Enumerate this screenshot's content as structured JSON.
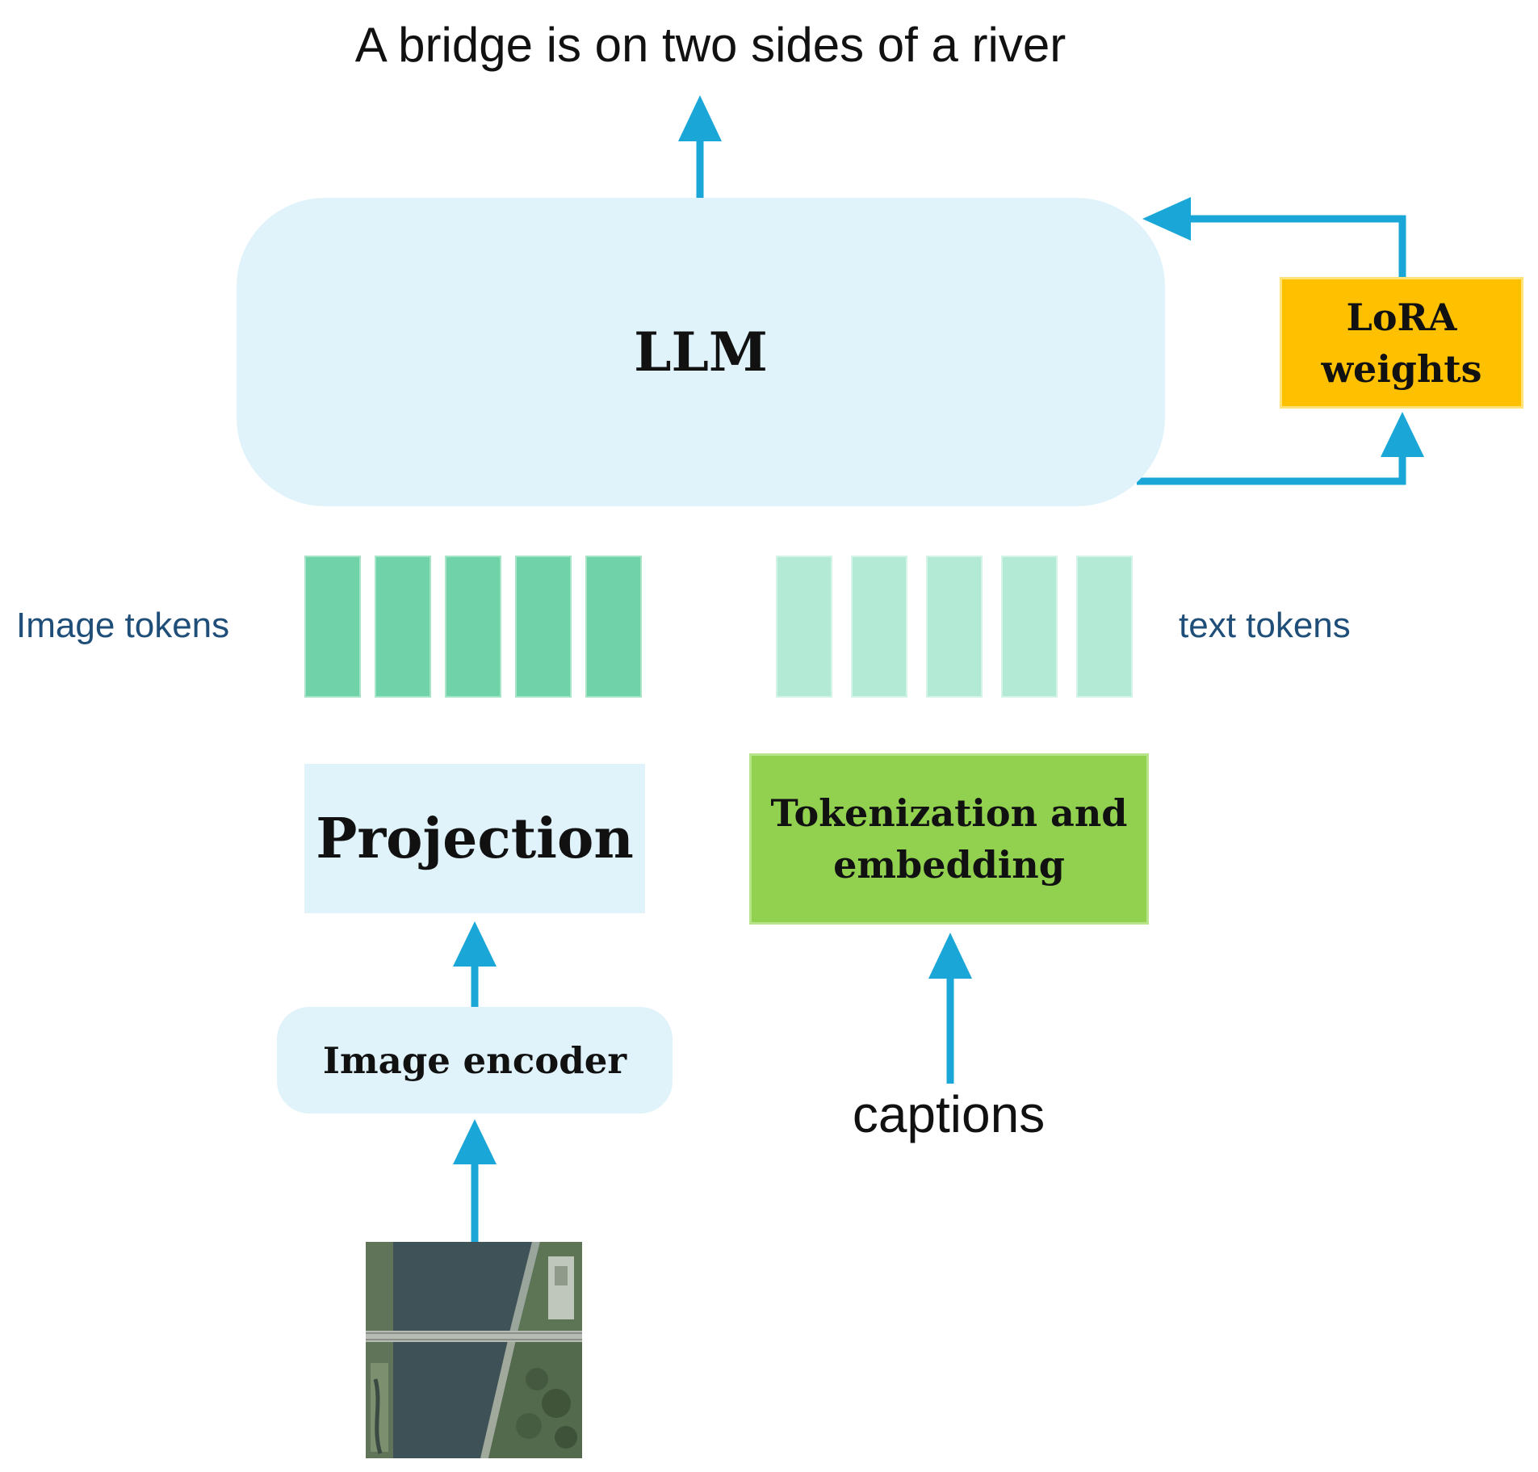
{
  "output_caption": "A bridge is on two sides of a river",
  "llm": {
    "label": "LLM"
  },
  "lora": {
    "label_line1": "LoRA",
    "label_line2": "weights"
  },
  "image_tokens": {
    "label": "Image tokens",
    "count": 5
  },
  "text_tokens": {
    "label": "text tokens",
    "count": 5
  },
  "projection": {
    "label": "Projection"
  },
  "tokenization": {
    "label_line1": "Tokenization and",
    "label_line2": "embedding"
  },
  "image_encoder": {
    "label": "Image encoder"
  },
  "captions": {
    "label": "captions"
  },
  "colors": {
    "arrow": "#1aa7d8",
    "llm_fill": "#e0f3fa",
    "lora_fill": "#ffc000",
    "tokenization_fill": "#92d050",
    "image_token_fill": "#6fd2a8",
    "text_token_fill": "#b2ead6",
    "token_label": "#1f4e79"
  }
}
